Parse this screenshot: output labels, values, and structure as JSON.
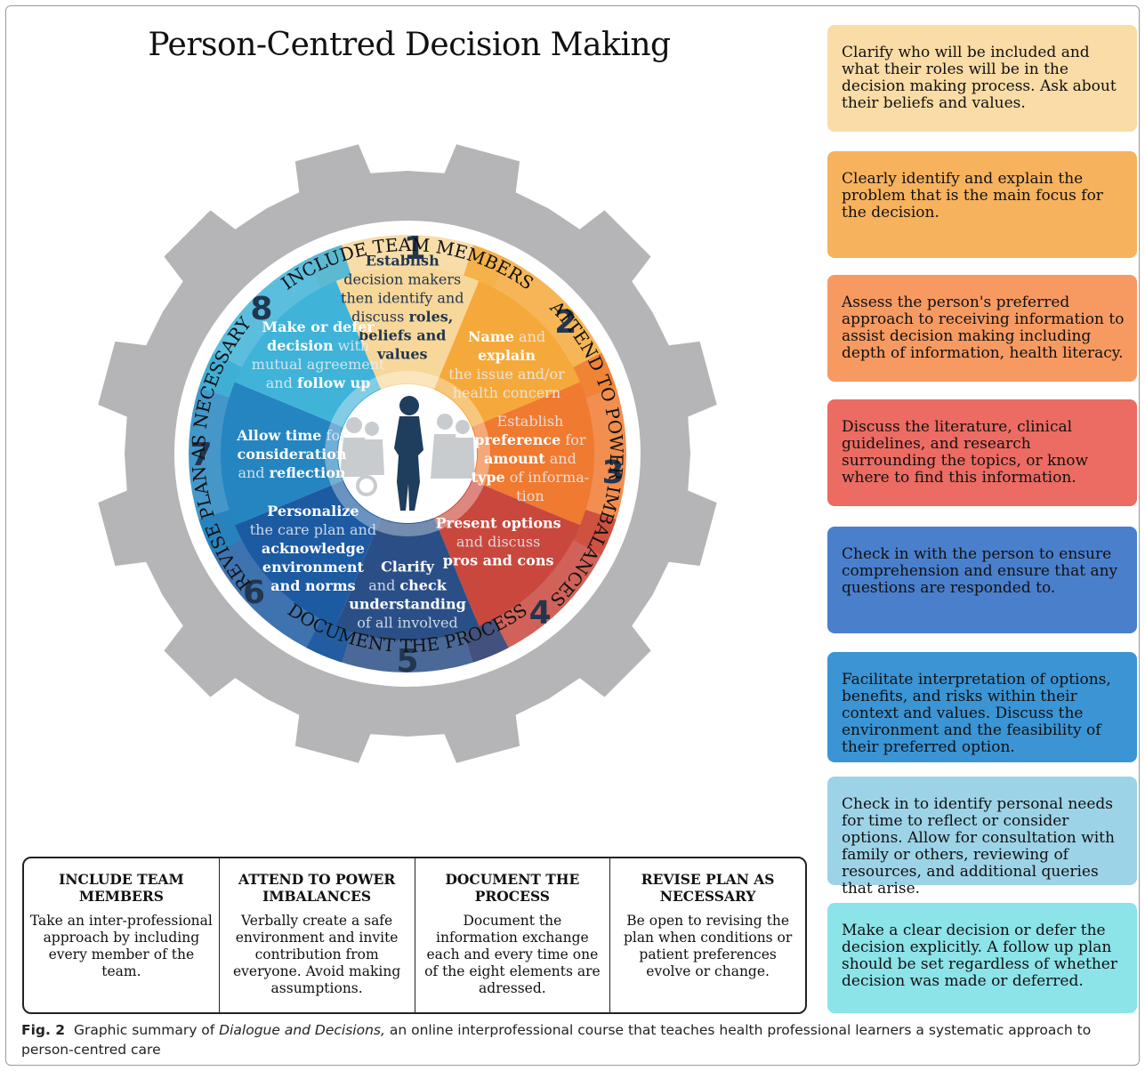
{
  "title": "Person-Centred Decision Making",
  "ring_labels": {
    "top": "INCLUDE TEAM MEMBERS",
    "right": "ATTEND TO POWER IMBALANCES",
    "bottom": "DOCUMENT THE PROCESS",
    "left": "REVISE PLAN AS NECESSARY"
  },
  "segments": [
    {
      "number": "1",
      "color": "#f7d79a",
      "lines": [
        [
          [
            "Establish",
            true
          ]
        ],
        [
          [
            "decision makers",
            false
          ]
        ],
        [
          [
            "then identify and",
            false
          ]
        ],
        [
          [
            "discuss ",
            false
          ],
          [
            "roles,",
            true
          ]
        ],
        [
          [
            "beliefs and",
            true
          ]
        ],
        [
          [
            "values",
            true
          ]
        ]
      ]
    },
    {
      "number": "2",
      "color": "#f5a93a",
      "lines": [
        [
          [
            "Name",
            true
          ],
          [
            " and",
            false
          ]
        ],
        [
          [
            "explain",
            true
          ]
        ],
        [
          [
            "the issue and/or",
            false
          ]
        ],
        [
          [
            "health concern",
            false
          ]
        ]
      ]
    },
    {
      "number": "3",
      "color": "#f07a30",
      "lines": [
        [
          [
            "Establish",
            false
          ]
        ],
        [
          [
            "preference",
            true
          ],
          [
            " for",
            false
          ]
        ],
        [
          [
            "amount",
            true
          ],
          [
            " and",
            false
          ]
        ],
        [
          [
            "type",
            true
          ],
          [
            " of informa-",
            false
          ]
        ],
        [
          [
            "tion",
            false
          ]
        ]
      ]
    },
    {
      "number": "4",
      "color": "#c9473c",
      "lines": [
        [
          [
            "Present options",
            true
          ]
        ],
        [
          [
            "and discuss",
            false
          ]
        ],
        [
          [
            "pros and cons",
            true
          ]
        ]
      ]
    },
    {
      "number": "5",
      "color": "#2a4f86",
      "lines": [
        [
          [
            "Clarify",
            true
          ]
        ],
        [
          [
            "and ",
            false
          ],
          [
            "check",
            true
          ]
        ],
        [
          [
            "understanding",
            true
          ]
        ],
        [
          [
            "of all involved",
            false
          ]
        ]
      ]
    },
    {
      "number": "6",
      "color": "#1c5aa2",
      "lines": [
        [
          [
            "Personalize",
            true
          ]
        ],
        [
          [
            "the care plan and",
            false
          ]
        ],
        [
          [
            "acknowledge",
            true
          ]
        ],
        [
          [
            "environment",
            true
          ]
        ],
        [
          [
            "and norms",
            true
          ]
        ]
      ]
    },
    {
      "number": "7",
      "color": "#2585c0",
      "lines": [
        [
          [
            "Allow time",
            true
          ],
          [
            " for",
            false
          ]
        ],
        [
          [
            "consideration",
            true
          ]
        ],
        [
          [
            "and ",
            false
          ],
          [
            "reflection",
            true
          ]
        ]
      ]
    },
    {
      "number": "8",
      "color": "#3fb3d8",
      "lines": [
        [
          [
            "Make or defer",
            true
          ]
        ],
        [
          [
            "decision",
            true
          ],
          [
            " with",
            false
          ]
        ],
        [
          [
            "mutual agreement",
            false
          ]
        ],
        [
          [
            "and ",
            false
          ],
          [
            "follow up",
            true
          ]
        ]
      ]
    }
  ],
  "side_boxes": [
    {
      "text": "Clarify who will be included and what their roles will be in the decision making process. Ask about their beliefs and values.",
      "color": "#f9dca6"
    },
    {
      "text": "Clearly identify and explain the problem that is the main focus for the decision.",
      "color": "#f7b25e"
    },
    {
      "text": "Assess the person's preferred approach to receiving information to assist decision making including depth of information, health literacy.",
      "color": "#f79a62"
    },
    {
      "text": "Discuss the literature, clinical guidelines, and research surrounding the topics, or know where to find this information.",
      "color": "#ec6b62"
    },
    {
      "text": "Check in with the person to ensure comprehension and ensure that any questions are responded to.",
      "color": "#4a7fcc"
    },
    {
      "text": "Facilitate interpretation of options, benefits, and risks within their context and values. Discuss the environment and the feasibility of their preferred option.",
      "color": "#3b94d4"
    },
    {
      "text": "Check in to identify personal needs for time to reflect or consider options. Allow for consultation with family or others, reviewing of resources, and additional queries that arise.",
      "color": "#9dd3e6"
    },
    {
      "text": "Make a clear decision or defer the decision explicitly. A follow up plan should be set regardless of whether decision was made or deferred.",
      "color": "#8ce3e8"
    }
  ],
  "summary": [
    {
      "heading": "INCLUDE TEAM MEMBERS",
      "body": "Take an inter-professional approach by including every member of the team."
    },
    {
      "heading": "ATTEND TO POWER IMBALANCES",
      "body": "Verbally create a safe environment and invite contribution from everyone. Avoid making assumptions."
    },
    {
      "heading": "DOCUMENT THE PROCESS",
      "body": "Document the information exchange each and every time one of the eight elements are adressed."
    },
    {
      "heading": "REVISE PLAN AS NECESSARY",
      "body": "Be open to revising the plan when conditions or patient preferences evolve or change."
    }
  ],
  "caption": {
    "fig": "Fig. 2",
    "pre": "Graphic summary of ",
    "italic": "Dialogue and Decisions,",
    "post": " an online interprofessional course that teaches health professional learners a systematic approach to person-centred care"
  },
  "colors": {
    "gear": "#b5b5b7",
    "ring": "#ffffff",
    "ink_dark": "#22364f",
    "number_ink": "#22364f"
  }
}
